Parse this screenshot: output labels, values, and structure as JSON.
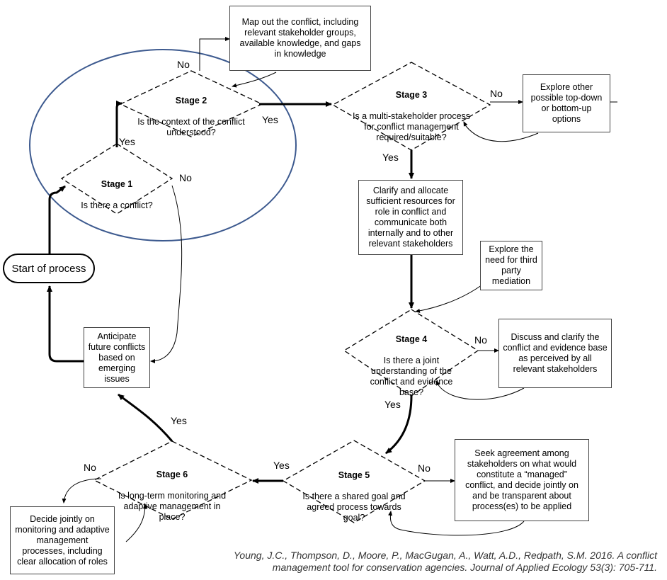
{
  "start": "Start of process",
  "stages": {
    "s1": {
      "title": "Stage 1",
      "question": "Is there a conflict?"
    },
    "s2": {
      "title": "Stage 2",
      "question": "Is the context of the conflict\nunderstood?"
    },
    "s3": {
      "title": "Stage 3",
      "question": "Is a multi-stakeholder process\nfor conflict management\nrequired/suitable?"
    },
    "s4": {
      "title": "Stage 4",
      "question": "Is there a joint\nunderstanding of the\nconflict and evidence\nbase?"
    },
    "s5": {
      "title": "Stage 5",
      "question": "Is there a shared goal and\nagreed process towards\ngoal?"
    },
    "s6": {
      "title": "Stage 6",
      "question": "Is long-term monitoring and\nadaptive management in\nplace?"
    }
  },
  "boxes": {
    "map_conflict": "Map out the conflict, including\nrelevant stakeholder groups,\navailable knowledge, and gaps\nin knowledge",
    "explore_other": "Explore other\npossible top-down\nor bottom-up\noptions",
    "clarify_allocate": "Clarify and allocate\nsufficient resources for\nrole in conflict and\ncommunicate both\ninternally and to other\nrelevant stakeholders",
    "third_party": "Explore the\nneed for third\nparty\nmediation",
    "discuss_clarify": "Discuss and clarify the\nconflict and evidence base\nas perceived by all\nrelevant stakeholders",
    "seek_agreement": "Seek agreement among\nstakeholders on what would\nconstitute a “managed”\nconflict, and decide jointly on\nand be transparent about\nprocess(es) to be applied",
    "anticipate": "Anticipate\nfuture conflicts\nbased on\nemerging\nissues",
    "decide_monitoring": "Decide jointly on\nmonitoring and adaptive\nmanagement\nprocesses, including\nclear allocation of roles"
  },
  "labels": {
    "yes": "Yes",
    "no": "No"
  },
  "citation": "Young, J.C., Thompson, D., Moore, P., MacGugan, A., Watt, A.D., Redpath, S.M. 2016. A conflict\nmanagement tool for conservation agencies. Journal of Applied Ecology 53(3): 705-711.",
  "colors": {
    "highlight_ellipse": "#3d5a8f",
    "line": "#000000",
    "box_border": "#444444"
  }
}
